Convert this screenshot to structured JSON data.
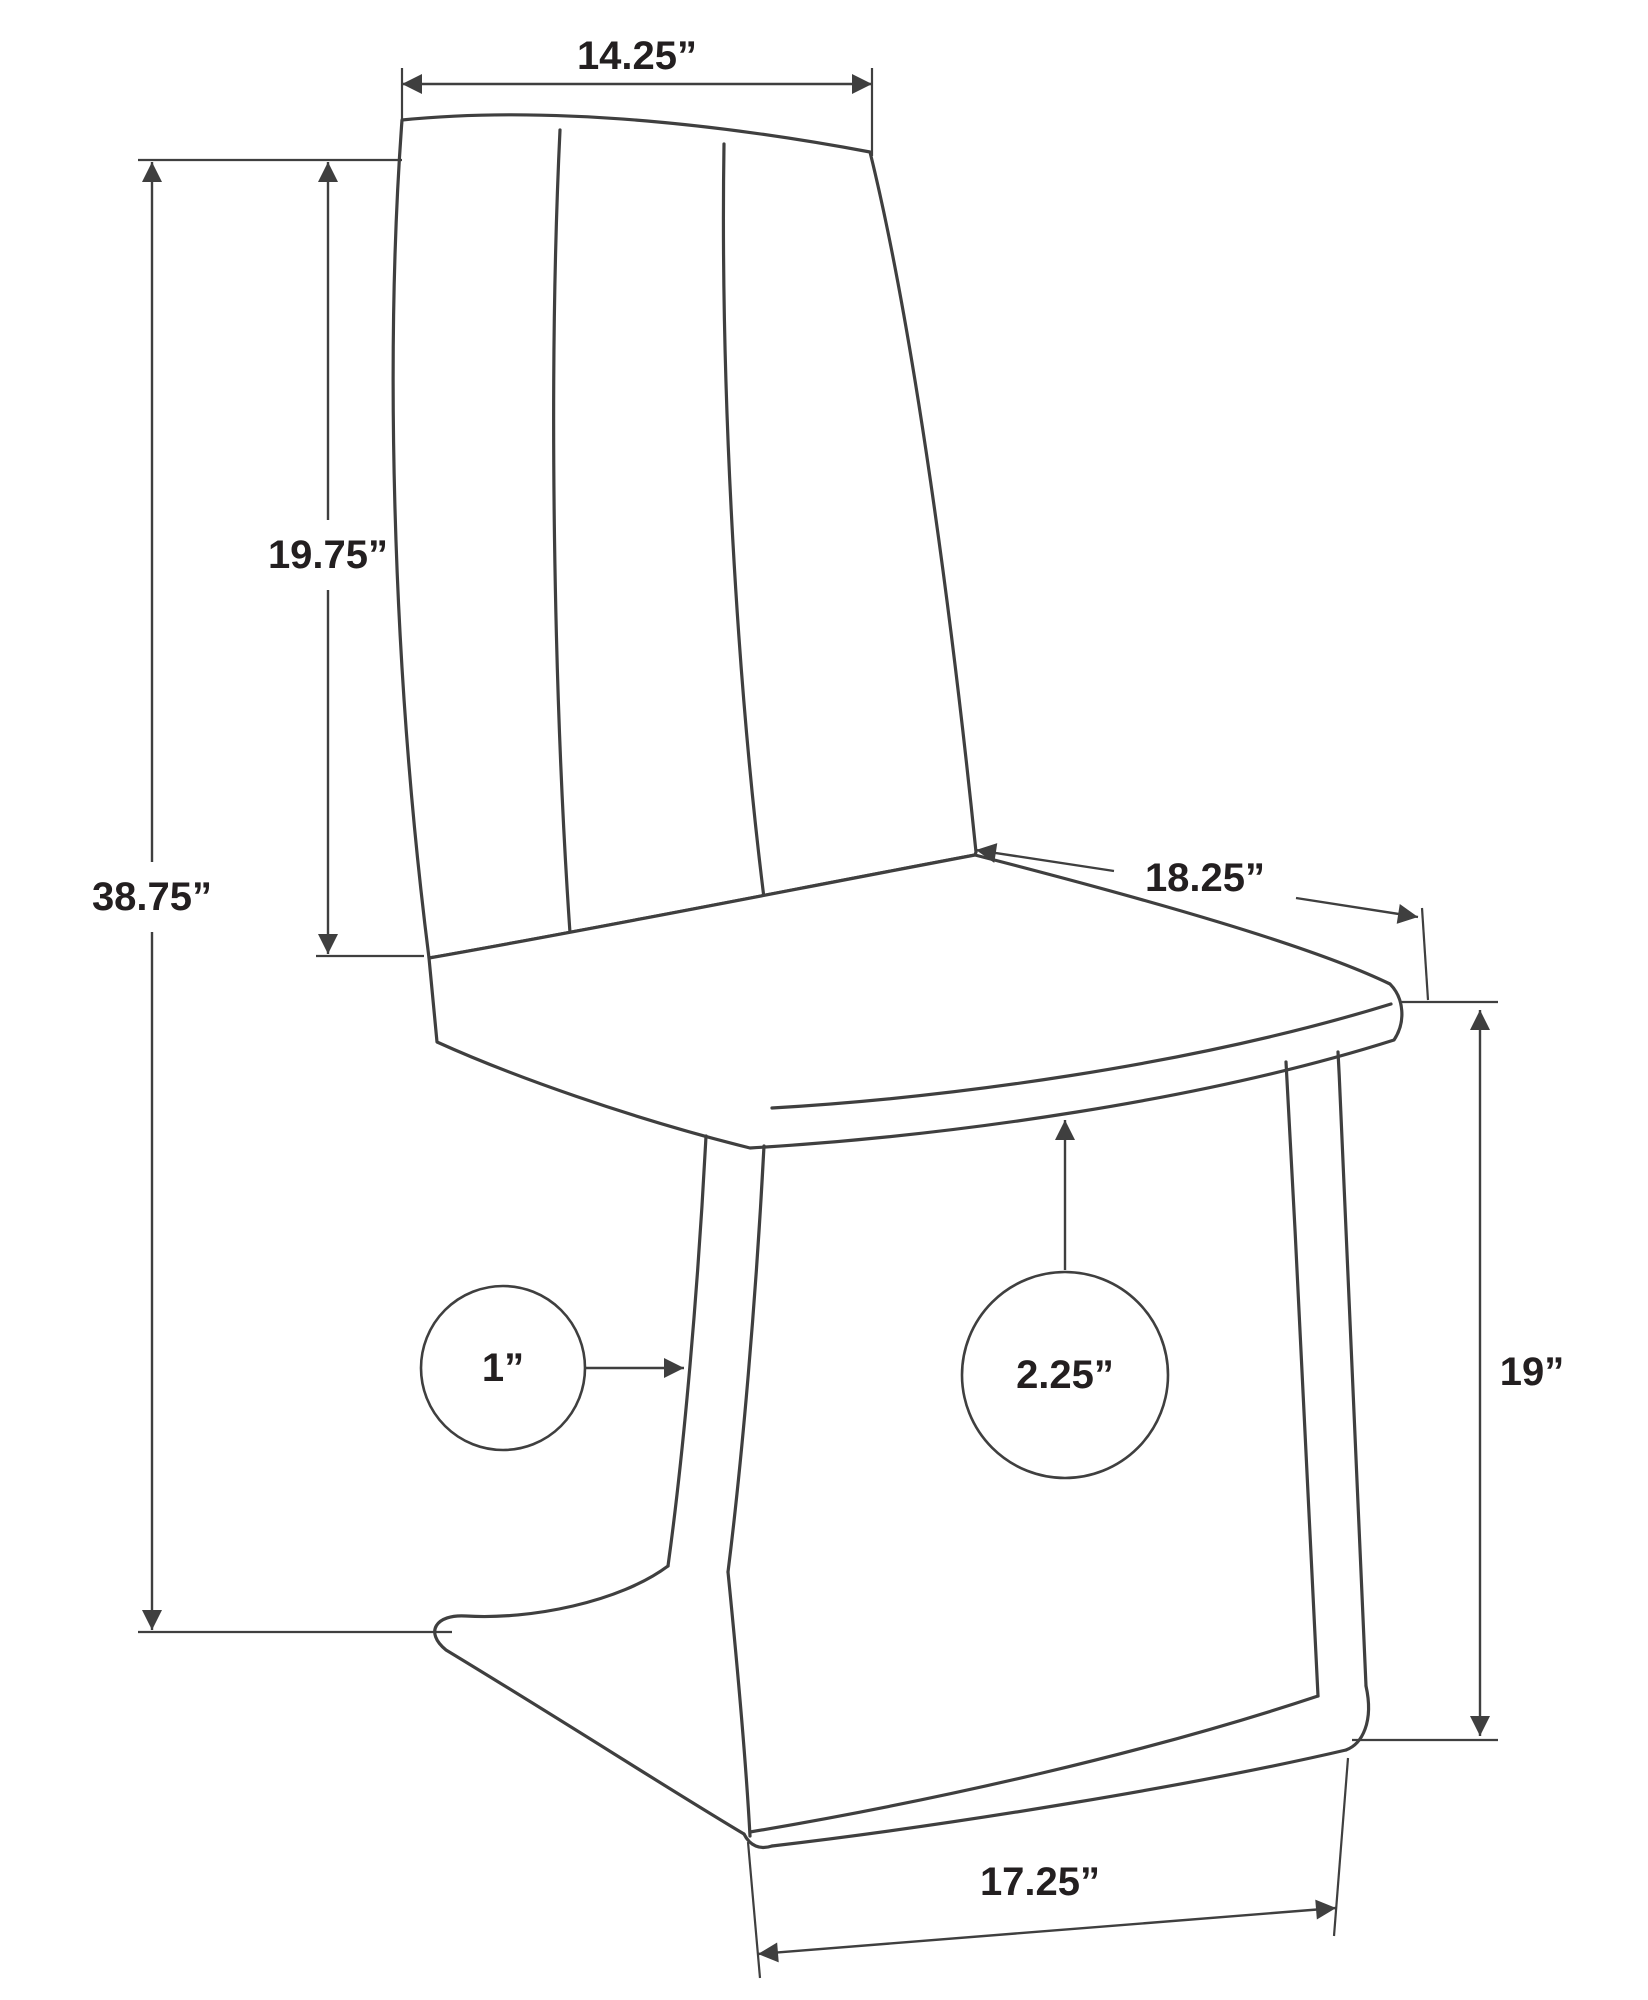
{
  "diagram": {
    "type": "product-dimension-drawing",
    "subject": "dining chair side view with cantilever sled base",
    "unit": "inches",
    "line_color": "#3f3f3f",
    "text_color": "#231f20",
    "background_color": "#ffffff",
    "labels": {
      "top_width": "14.25”",
      "back_height": "19.75”",
      "overall_height": "38.75”",
      "seat_depth": "18.25”",
      "seat_height": "19”",
      "base_depth": "17.25”",
      "leg_diameter": "1”",
      "seat_thickness": "2.25”"
    }
  }
}
